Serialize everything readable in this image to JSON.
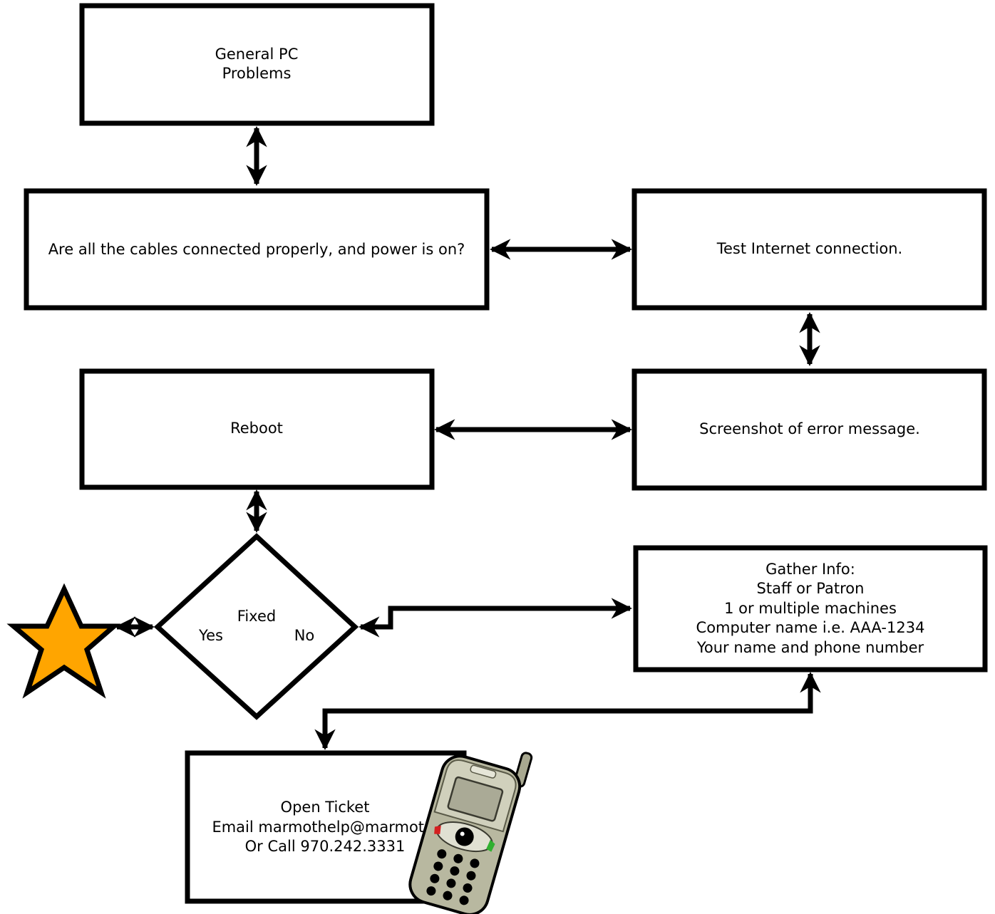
{
  "nodes": {
    "general_pc": {
      "lines": [
        "General PC",
        "Problems"
      ]
    },
    "cables": {
      "text": "Are all the cables connected properly, and power is on?"
    },
    "internet": {
      "text": "Test Internet connection."
    },
    "reboot": {
      "text": "Reboot"
    },
    "screenshot": {
      "text": "Screenshot of error message."
    },
    "fixed": {
      "label": "Fixed",
      "yes": "Yes",
      "no": "No"
    },
    "gather": {
      "lines": [
        "Gather Info:",
        "Staff or Patron",
        "1 or multiple machines",
        "Computer name i.e. AAA-1234",
        "Your name and phone number"
      ]
    },
    "ticket": {
      "lines": [
        "Open Ticket",
        "Email marmothelp@marmot.o",
        "Or Call 970.242.3331"
      ]
    }
  },
  "colors": {
    "star": "#ffa500",
    "stroke": "#000000",
    "phone_body": "#b8b8a0"
  },
  "icons": {
    "done": "star-icon",
    "contact": "mobile-phone-icon"
  }
}
